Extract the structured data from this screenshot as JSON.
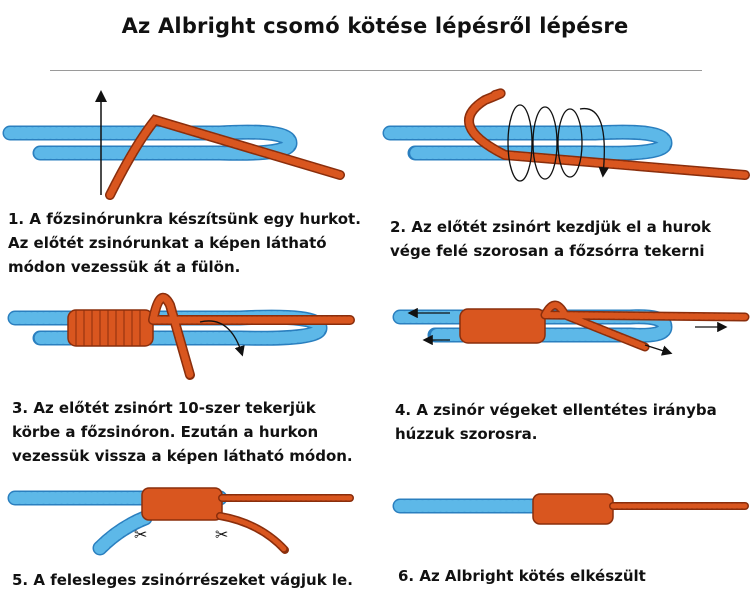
{
  "title": "Az Albright csomó kötése lépésről lépésre",
  "colors": {
    "main_line": "#5db8e8",
    "main_line_stroke": "#2a7fbf",
    "leader_line": "#d9561f",
    "leader_line_stroke": "#8a2e0c",
    "arrow": "#111111",
    "rule": "#9a9a9a"
  },
  "steps": [
    {
      "lines": [
        "1. A főzsinórunkra készítsünk egy hurkot.",
        "Az előtét zsinórunkat a képen látható",
        "módon vezessük át a fülön."
      ]
    },
    {
      "lines": [
        "2. Az előtét zsinórt kezdjük el a hurok",
        "vége felé szorosan a főzsórra tekerni"
      ]
    },
    {
      "lines": [
        "3. Az előtét zsinórt 10-szer tekerjük",
        "körbe a főzsinóron. Ezután a hurkon",
        "vezessük vissza a képen látható módon."
      ]
    },
    {
      "lines": [
        "4. A zsinór végeket ellentétes irányba",
        "húzzuk szorosra."
      ]
    },
    {
      "lines": [
        "5. A felesleges zsinórrészeket vágjuk le."
      ]
    },
    {
      "lines": [
        "6. Az Albright kötés elkészült"
      ]
    }
  ],
  "icons": [
    "up-arrow-icon",
    "down-arrow-icon",
    "left-arrow-icon",
    "right-arrow-icon",
    "scissors-icon"
  ]
}
